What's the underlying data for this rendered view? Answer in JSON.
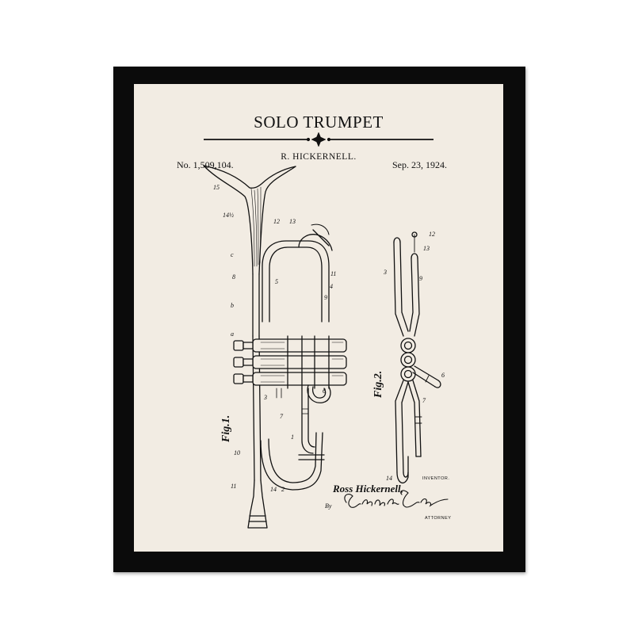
{
  "title": "SOLO TRUMPET",
  "inventor_heading": "R. HICKERNELL.",
  "patent_number": "No. 1,509,104.",
  "patent_date": "Sep. 23, 1924.",
  "fig1_label": "Fig.1.",
  "fig2_label": "Fig.2.",
  "inventor_caption": "INVENTOR.",
  "inventor_name": "Ross Hickernell,",
  "by_label": "By",
  "attorney_caption": "ATTORNEY",
  "colors": {
    "frame": "#0b0b0b",
    "mat": "#f2ece3",
    "ink": "#111111"
  },
  "icons": [
    "trumpet-drawing",
    "tubing-drawing",
    "signature-image",
    "ornament-star-icon"
  ]
}
